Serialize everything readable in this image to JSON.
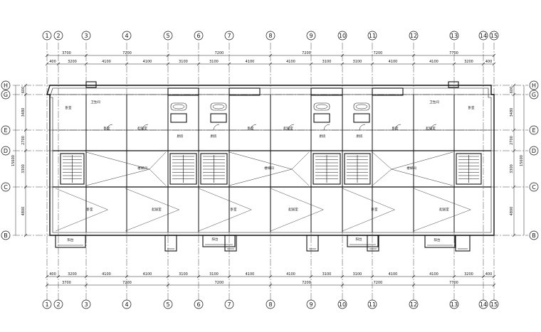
{
  "column_axes": [
    "1",
    "2",
    "3",
    "4",
    "5",
    "6",
    "7",
    "8",
    "9",
    "10",
    "11",
    "12",
    "13",
    "14",
    "15"
  ],
  "row_axes": [
    "H",
    "G",
    "E",
    "D",
    "C",
    "B"
  ],
  "dims_top_outer": [
    "3700",
    "7200",
    "7200",
    "7200",
    "7200",
    "7700"
  ],
  "dims_top_inner": [
    "400",
    "3200",
    "4100",
    "4100",
    "3100",
    "3100",
    "4100",
    "4100",
    "3100",
    "3100",
    "4100",
    "4100",
    "3200",
    "400"
  ],
  "dims_bottom_inner": [
    "400",
    "3200",
    "4100",
    "4100",
    "3100",
    "3100",
    "4100",
    "4100",
    "3100",
    "3100",
    "4100",
    "4100",
    "3200",
    "400"
  ],
  "dims_bottom_outer": [
    "3700",
    "7200",
    "7200",
    "7200",
    "7200",
    "7700"
  ],
  "dims_left": [
    "600",
    "3480",
    "2700",
    "3300",
    "4800"
  ],
  "dims_left_total": "15600",
  "dims_right": [
    "600",
    "3480",
    "2700",
    "3300",
    "4800"
  ],
  "dims_right_total": "15600",
  "room_labels": {
    "bedroom": "卧室",
    "living": "起居室",
    "kitchen": "厨房",
    "toilet": "卫生间",
    "balcony": "阳台",
    "stair": "楼梯间"
  }
}
